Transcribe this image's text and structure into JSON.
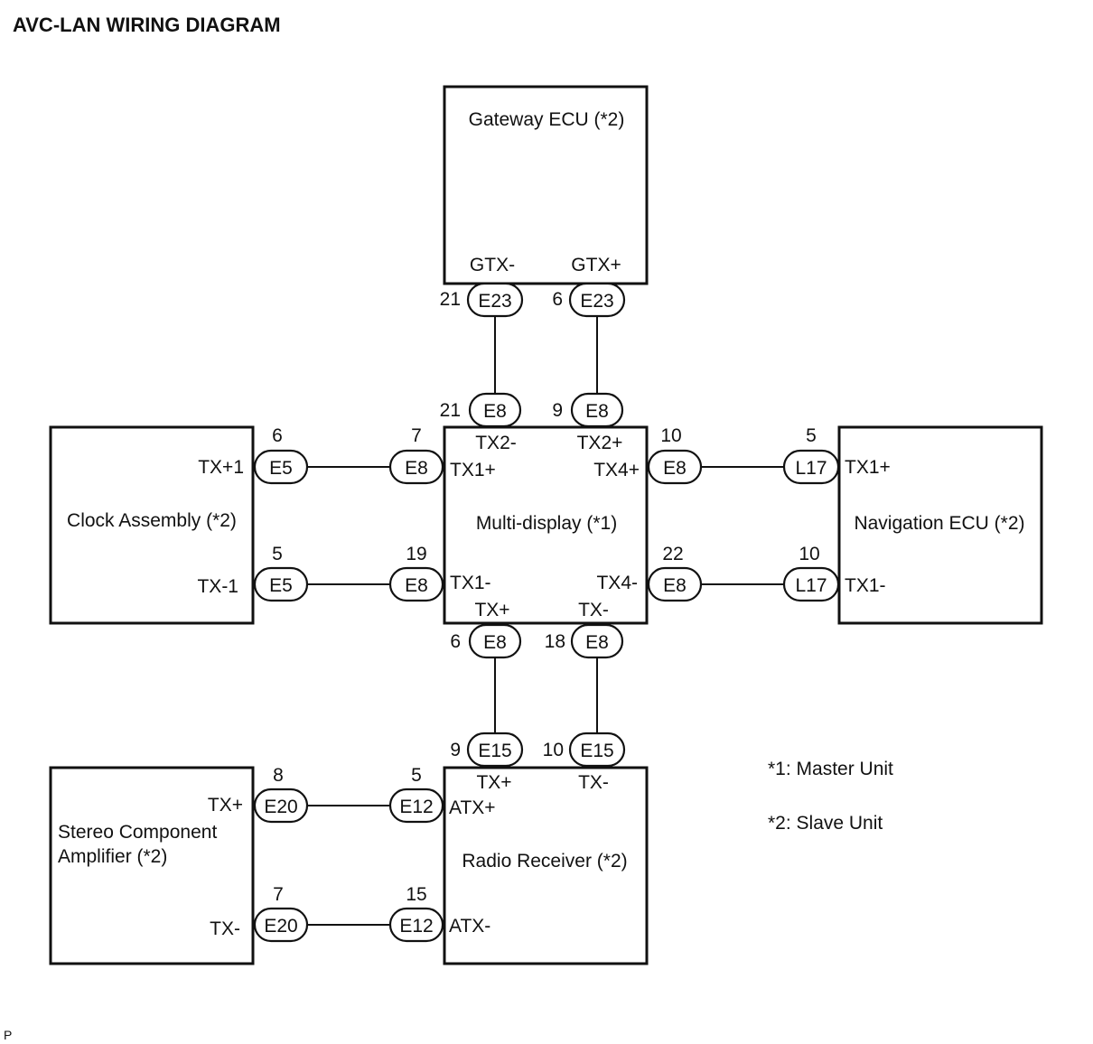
{
  "title": "AVC-LAN WIRING DIAGRAM",
  "footer_mark": "P",
  "components": {
    "gateway": "Gateway ECU (*2)",
    "clock": "Clock Assembly (*2)",
    "multidisplay": "Multi-display (*1)",
    "navigation": "Navigation ECU (*2)",
    "stereo_line1": "Stereo Component",
    "stereo_line2": "Amplifier (*2)",
    "radio": "Radio Receiver (*2)"
  },
  "pin_labels": {
    "gtx_minus": "GTX-",
    "gtx_plus": "GTX+",
    "md_tx2_minus": "TX2-",
    "md_tx2_plus": "TX2+",
    "md_tx1_plus": "TX1+",
    "md_tx4_plus": "TX4+",
    "md_tx1_minus": "TX1-",
    "md_tx4_minus": "TX4-",
    "md_tx_plus": "TX+",
    "md_tx_minus": "TX-",
    "clock_tx_plus1": "TX+1",
    "clock_tx_minus1": "TX-1",
    "nav_tx1_plus": "TX1+",
    "nav_tx1_minus": "TX1-",
    "radio_tx_plus": "TX+",
    "radio_tx_minus": "TX-",
    "radio_atx_plus": "ATX+",
    "radio_atx_minus": "ATX-",
    "stereo_tx_plus": "TX+",
    "stereo_tx_minus": "TX-"
  },
  "connectors": {
    "gw_a": {
      "code": "E23",
      "pin": "21"
    },
    "gw_b": {
      "code": "E23",
      "pin": "6"
    },
    "md_top_a": {
      "code": "E8",
      "pin": "21"
    },
    "md_top_b": {
      "code": "E8",
      "pin": "9"
    },
    "clock_a": {
      "code": "E5",
      "pin": "6"
    },
    "clock_b": {
      "code": "E5",
      "pin": "5"
    },
    "md_left_a": {
      "code": "E8",
      "pin": "7"
    },
    "md_left_b": {
      "code": "E8",
      "pin": "19"
    },
    "md_right_a": {
      "code": "E8",
      "pin": "10"
    },
    "md_right_b": {
      "code": "E8",
      "pin": "22"
    },
    "nav_a": {
      "code": "L17",
      "pin": "5"
    },
    "nav_b": {
      "code": "L17",
      "pin": "10"
    },
    "md_bot_a": {
      "code": "E8",
      "pin": "6"
    },
    "md_bot_b": {
      "code": "E8",
      "pin": "18"
    },
    "radio_top_a": {
      "code": "E15",
      "pin": "9"
    },
    "radio_top_b": {
      "code": "E15",
      "pin": "10"
    },
    "stereo_a": {
      "code": "E20",
      "pin": "8"
    },
    "stereo_b": {
      "code": "E20",
      "pin": "7"
    },
    "radio_left_a": {
      "code": "E12",
      "pin": "5"
    },
    "radio_left_b": {
      "code": "E12",
      "pin": "15"
    }
  },
  "notes": {
    "note1": "*1: Master Unit",
    "note2": "*2: Slave Unit"
  }
}
